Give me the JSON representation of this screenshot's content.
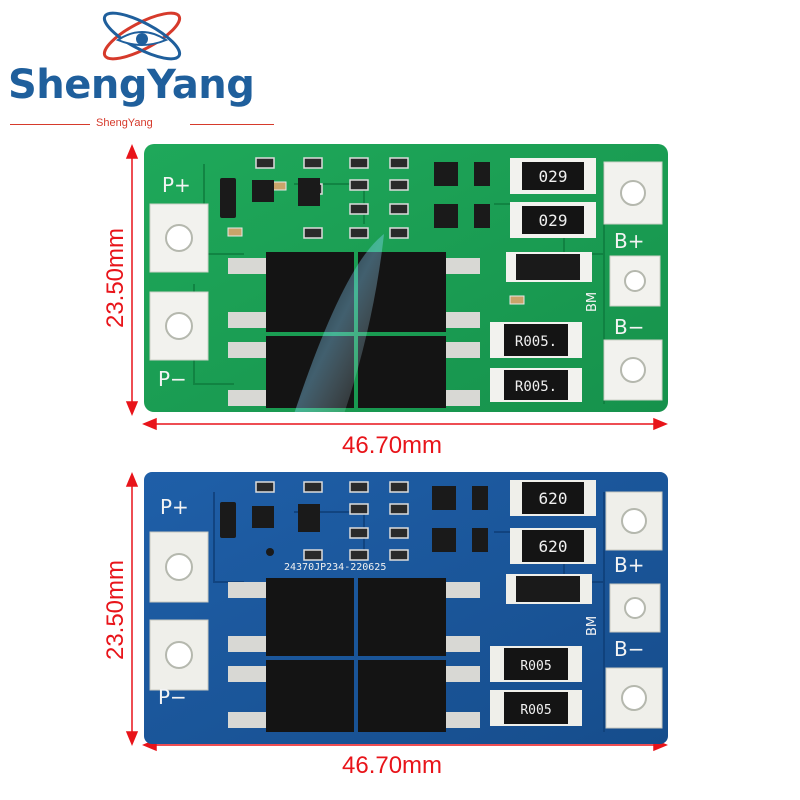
{
  "brand": {
    "name": "ShengYang",
    "subtitle": "ShengYang",
    "color": "#1f5f9c",
    "accent": "#d63a2b"
  },
  "dimensions": {
    "height": "23.50mm",
    "width": "46.70mm",
    "color": "#e8141a"
  },
  "boards": [
    {
      "color": "green",
      "pad_labels": {
        "p_plus": "P+",
        "p_minus": "P−",
        "b_plus": "B+",
        "b_minus": "B−",
        "bm": "BM"
      },
      "resistor_top_1": "029",
      "resistor_top_2": "029",
      "resistor_bottom_1": "R005.",
      "resistor_bottom_2": "R005."
    },
    {
      "color": "blue",
      "pad_labels": {
        "p_plus": "P+",
        "p_minus": "P−",
        "b_plus": "B+",
        "b_minus": "B−",
        "bm": "BM"
      },
      "board_code": "24370JP234-220625",
      "resistor_top_1": "620",
      "resistor_top_2": "620",
      "resistor_bottom_1": "R005",
      "resistor_bottom_2": "R005"
    }
  ]
}
